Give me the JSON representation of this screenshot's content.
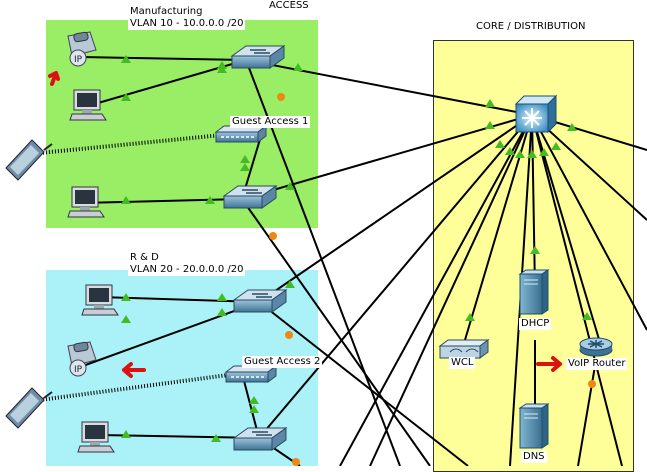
{
  "zones": {
    "access_title": "ACCESS",
    "core_title": "CORE / DISTRIBUTION"
  },
  "vlans": {
    "manufacturing_name": "Manufacturing",
    "manufacturing_net": "VLAN 10 - 10.0.0.0 /20",
    "rd_name": "R & D",
    "rd_net": "VLAN 20 - 20.0.0.0 /20"
  },
  "devices": {
    "guest_access_1": "Guest Access 1",
    "guest_access_2": "Guest Access 2",
    "wcl": "WCL",
    "dhcp": "DHCP",
    "voip_router": "VoIP Router",
    "dns": "DNS",
    "ip_phone_badge": "IP"
  },
  "colors": {
    "manufacturing_zone": "#99ee66",
    "rd_zone": "#aaf2f8",
    "core_zone": "#ffff99",
    "link_up": "#44bb22",
    "link_down": "#ee8811",
    "annotation_arrow": "#dd1111"
  },
  "icons": [
    "ip-phone-icon",
    "pc-icon",
    "switch-icon",
    "access-point-icon",
    "tablet-icon",
    "multilayer-switch-icon",
    "server-icon",
    "router-icon",
    "wireless-controller-icon"
  ]
}
